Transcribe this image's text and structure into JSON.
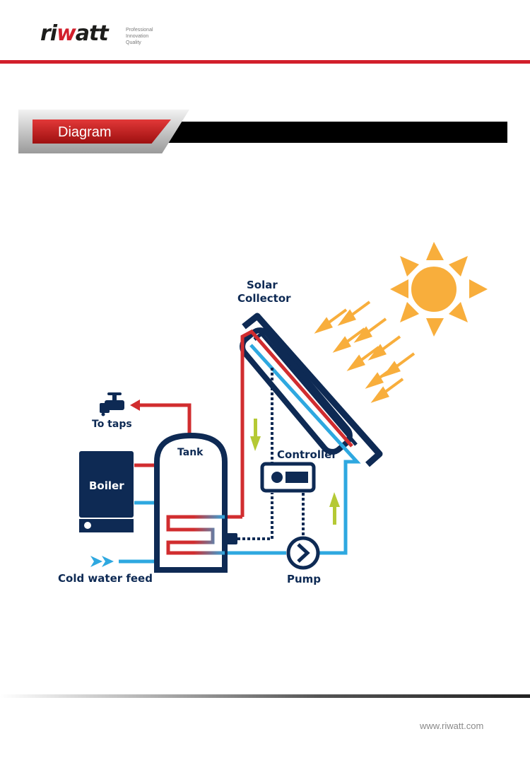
{
  "header": {
    "logo_text": "riwatt",
    "tagline": [
      "Professional",
      "Innovation",
      "Quality"
    ]
  },
  "section": {
    "title": "Diagram"
  },
  "diagram": {
    "labels": {
      "solar_line1": "Solar",
      "solar_line2": "Collector",
      "to_taps": "To taps",
      "tank": "Tank",
      "controller": "Controller",
      "boiler": "Boiler",
      "cold_water_feed": "Cold water feed",
      "pump": "Pump"
    },
    "colors": {
      "navy": "#0e2a54",
      "hot_pipe": "#d12d2f",
      "cold_pipe": "#2ea8e0",
      "sun": "#f8ae3c",
      "flow_arrow": "#b5c935"
    }
  },
  "footer": {
    "url": "www.riwatt.com"
  }
}
